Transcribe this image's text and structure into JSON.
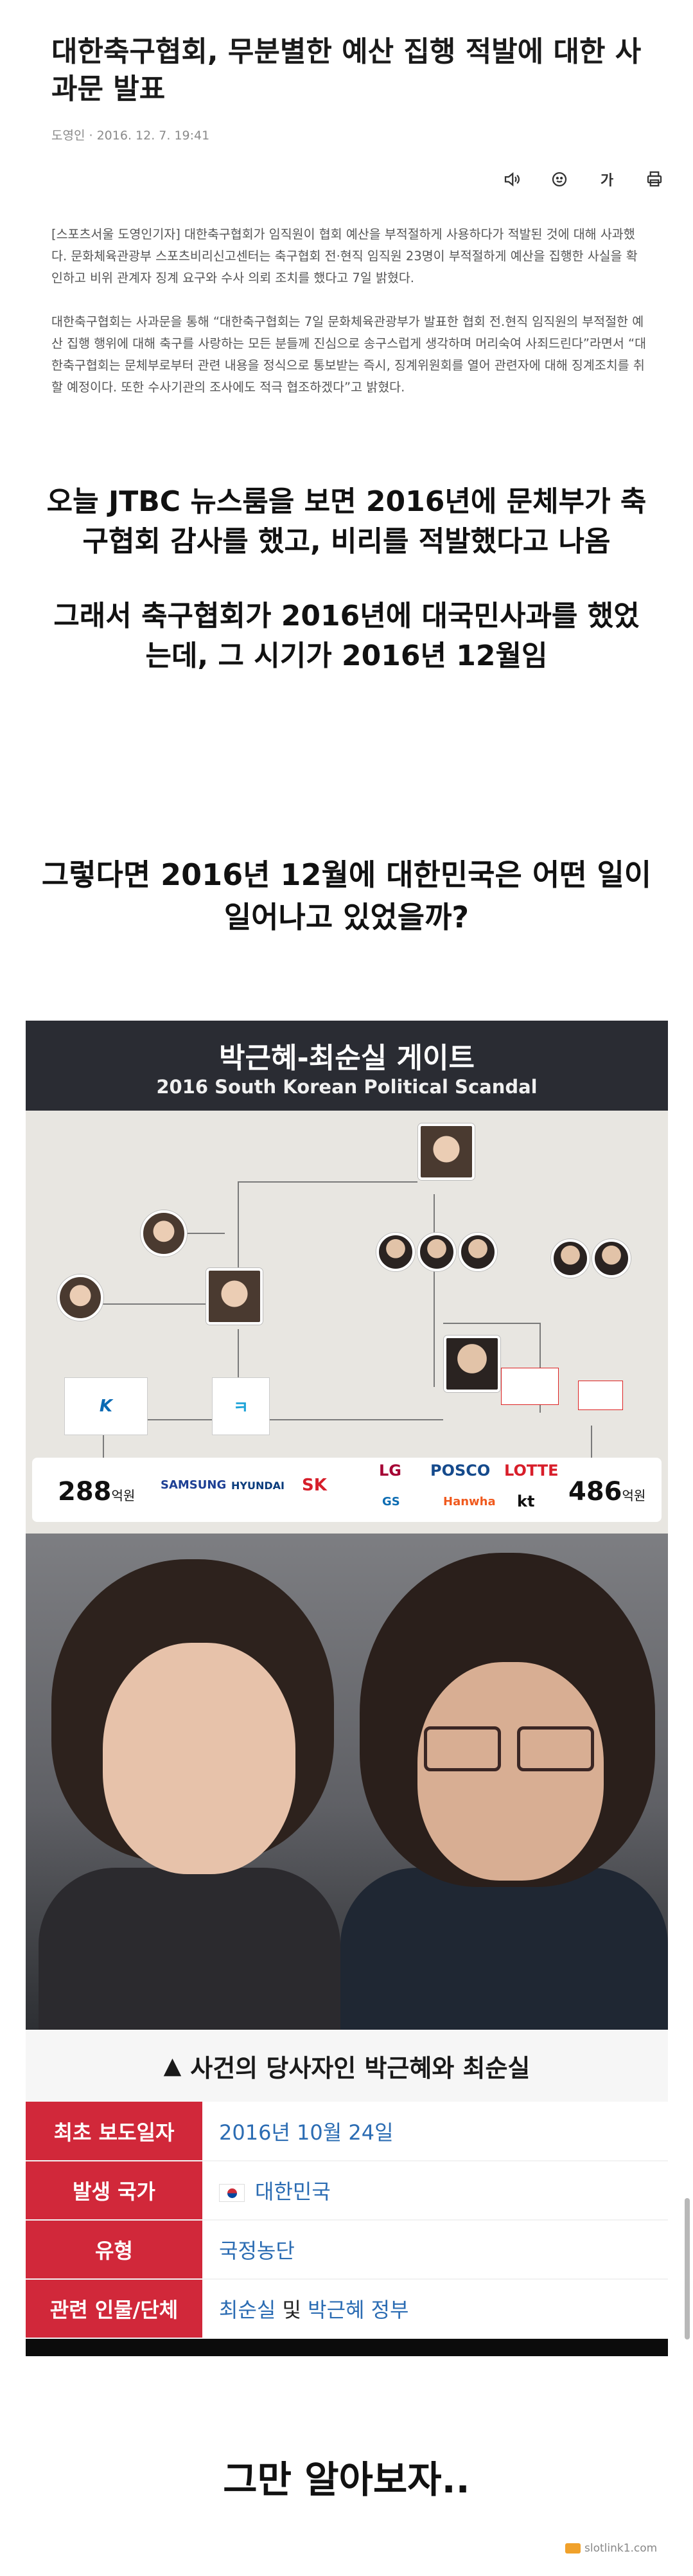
{
  "article": {
    "title": "대한축구협회, 무분별한 예산 집행 적발에 대한 사과문 발표",
    "author": "도영인",
    "date": "2016. 12. 7. 19:41",
    "tools": {
      "listen": "speaker-icon",
      "reaction": "emoji-icon",
      "font_size": "가",
      "print": "print-icon"
    },
    "paragraph1": "[스포츠서울 도영인기자] 대한축구협회가 임직원이 협회 예산을 부적절하게 사용하다가 적발된 것에 대해 사과했다. 문화체육관광부 스포츠비리신고센터는 축구협회 전·현직 임직원 23명이 부적절하게 예산을 집행한 사실을 확인하고 비위 관계자 징계 요구와 수사 의뢰 조치를 했다고 7일 밝혔다.",
    "paragraph2": "대한축구협회는 사과문을 통해 “대한축구협회는 7일 문화체육관광부가 발표한 협회 전.현직 임직원의 부적절한 예산 집행 행위에 대해 축구를 사랑하는 모든 분들께 진심으로 송구스럽게 생각하며 머리숙여 사죄드린다”라면서 “대한축구협회는 문체부로부터 관련 내용을 정식으로 통보받는 즉시, 징계위원회를 열어 관련자에 대해 징계조치를 취할 예정이다. 또한 수사기관의 조사에도 적극 협조하겠다”고 밝혔다."
  },
  "commentary": {
    "c1": "오늘 JTBC 뉴스룸을 보면 2016년에 문체부가 축구협회 감사를 했고, 비리를 적발했다고 나옴",
    "c2": "그래서 축구협회가 2016년에 대국민사과를 했었는데, 그 시기가 2016년 12월임",
    "c3": "그렇다면 2016년 12월에 대한민국은 어떤 일이 일어나고 있었을까?",
    "c4": "그만 알아보자.."
  },
  "figure": {
    "title_ko": "박근혜-최순실 게이트",
    "title_en": "2016 South Korean Political Scandal",
    "diagram": {
      "left_amount": "288",
      "right_amount": "486",
      "unit": "억원",
      "left_corps": [
        "SAMSUNG",
        "HYUNDAI",
        "SK"
      ],
      "right_corps": [
        "LG",
        "POSCO",
        "LOTTE",
        "GS",
        "Hanwha",
        "kt"
      ]
    },
    "caption": "사건의 당사자인 박근혜와 최순실",
    "caption_icon": "▲",
    "table": [
      {
        "key": "최초 보도일자",
        "value": "2016년 10월 24일"
      },
      {
        "key": "발생 국가",
        "value": "대한민국"
      },
      {
        "key": "유형",
        "value": "국정농단"
      },
      {
        "key": "관련 인물/단체",
        "value_a": "최순실",
        "value_and": "및",
        "value_b": "박근혜 정부"
      }
    ]
  },
  "watermark": "slotlink1.com",
  "colors": {
    "table_key_bg": "#d1283a",
    "link": "#2b6cb3"
  }
}
